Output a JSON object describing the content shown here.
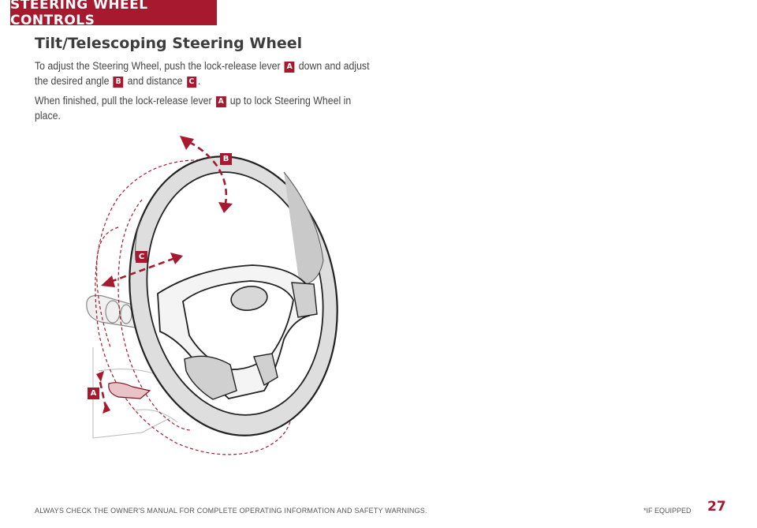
{
  "header": {
    "section_label": "STEERING WHEEL CONTROLS"
  },
  "content": {
    "title": "Tilt/Telescoping Steering Wheel",
    "p1": {
      "t1": "To adjust the Steering Wheel, push the lock-release lever",
      "b1": "A",
      "t2": "down and adjust the desired angle",
      "b2": "B",
      "t3": "and distance",
      "b3": "C",
      "t4": "."
    },
    "p2": {
      "t1": "When finished, pull the lock-release lever",
      "b1": "A",
      "t2": "up to lock Steering Wheel in place."
    }
  },
  "illustration": {
    "callouts": {
      "a": "A",
      "b": "B",
      "c": "C"
    },
    "accent_color": "#a6192e"
  },
  "footer": {
    "disclaimer": "ALWAYS CHECK THE OWNER'S MANUAL FOR COMPLETE OPERATING INFORMATION AND SAFETY WARNINGS.",
    "if_equipped": "*IF EQUIPPED",
    "page_number": "27"
  }
}
